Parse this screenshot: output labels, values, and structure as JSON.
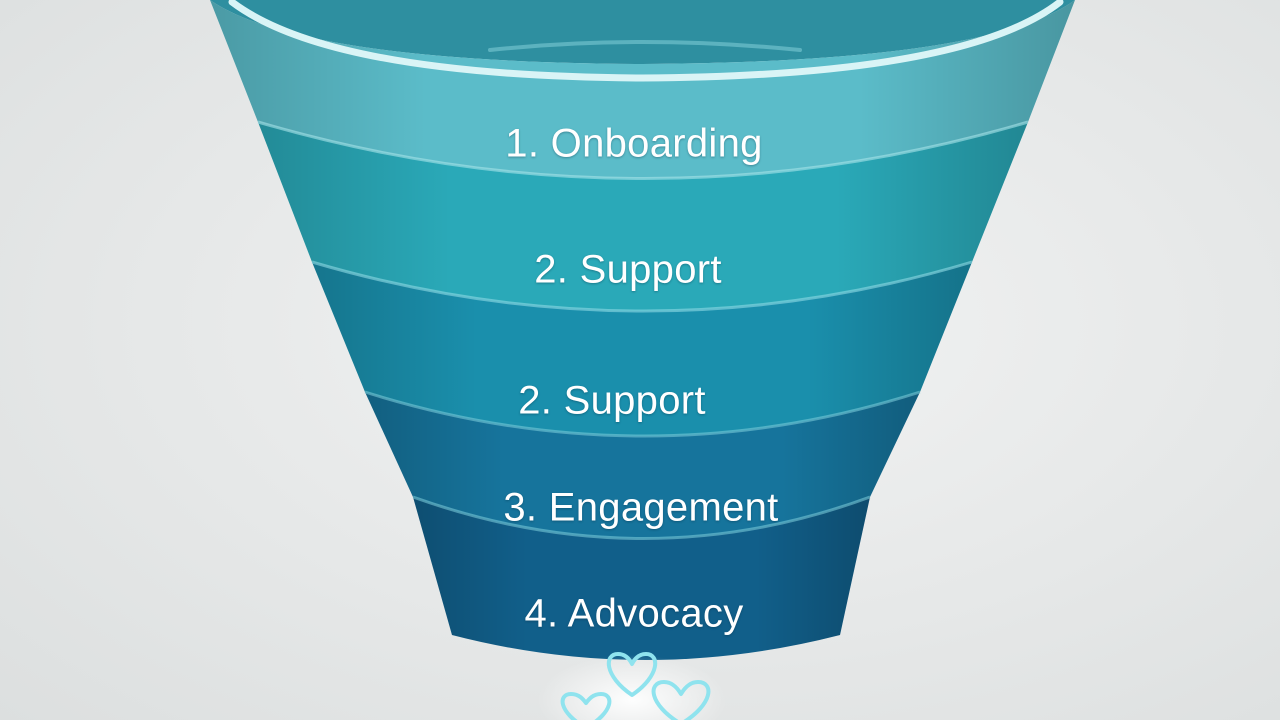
{
  "funnel": {
    "stages": [
      {
        "label": "1. Onboarding",
        "color": "#5bbcc9"
      },
      {
        "label": "2. Support",
        "color": "#2aa9b8"
      },
      {
        "label": "2. Support",
        "color": "#1a8fac"
      },
      {
        "label": "3. Engagement",
        "color": "#16749c"
      },
      {
        "label": "4. Advocacy",
        "color": "#115f8a"
      }
    ],
    "rim_color": "#d9f4f6",
    "heart_color": "#8fe3ee"
  }
}
